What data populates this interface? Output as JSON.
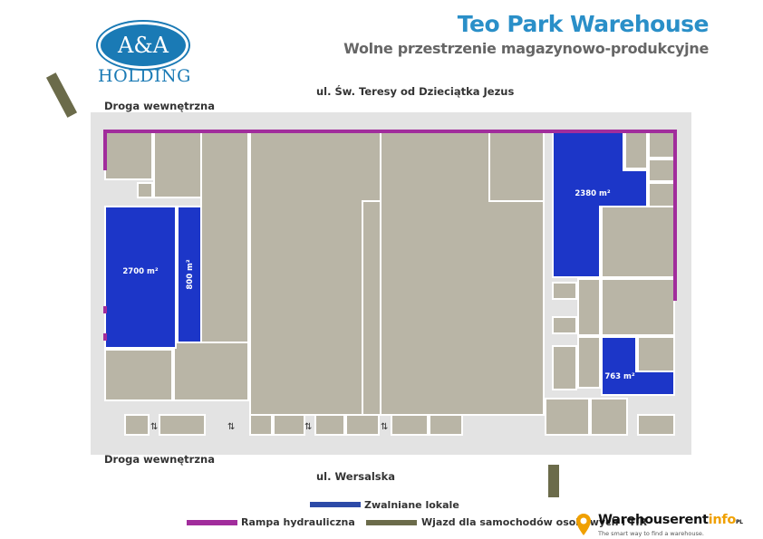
{
  "header": {
    "title": "Teo Park Warehouse",
    "subtitle": "Wolne przestrzenie magazynowo-produkcyjne"
  },
  "logo": {
    "emblem_text": "A&A",
    "name": "HOLDING",
    "color": "#1a7ab5"
  },
  "streets": {
    "top": "ul. Św. Teresy od Dzieciątka Jezus",
    "bottom": "ul. Wersalska"
  },
  "roads": {
    "top": "Droga wewnętrzna",
    "bottom": "Droga wewnętrzna"
  },
  "units": [
    {
      "label": "2700 m²",
      "area_m2": 2700,
      "status": "Zwalniane lokale"
    },
    {
      "label": "800 m²",
      "area_m2": 800,
      "status": "Zwalniane lokale"
    },
    {
      "label": "2380 m²",
      "area_m2": 2380,
      "status": "Zwalniane lokale"
    },
    {
      "label": "763 m²",
      "area_m2": 763,
      "status": "Zwalniane lokale"
    }
  ],
  "legend": {
    "available": {
      "label": "Zwalniane lokale",
      "color": "#1c36c8"
    },
    "ramp": {
      "label": "Rampa hydrauliczna",
      "color": "#a12d9c"
    },
    "car_entry": {
      "label": "Wjazd dla samochodów osobowych i TIR",
      "color": "#6b6b4a"
    }
  },
  "colors": {
    "building": "#b9b5a6",
    "ground": "#e3e3e3",
    "title": "#2a8fc8"
  },
  "watermark": {
    "main": "Warehouserent",
    "accent": "info",
    "suffix": "PL",
    "tagline": "The smart way to find a warehouse."
  }
}
